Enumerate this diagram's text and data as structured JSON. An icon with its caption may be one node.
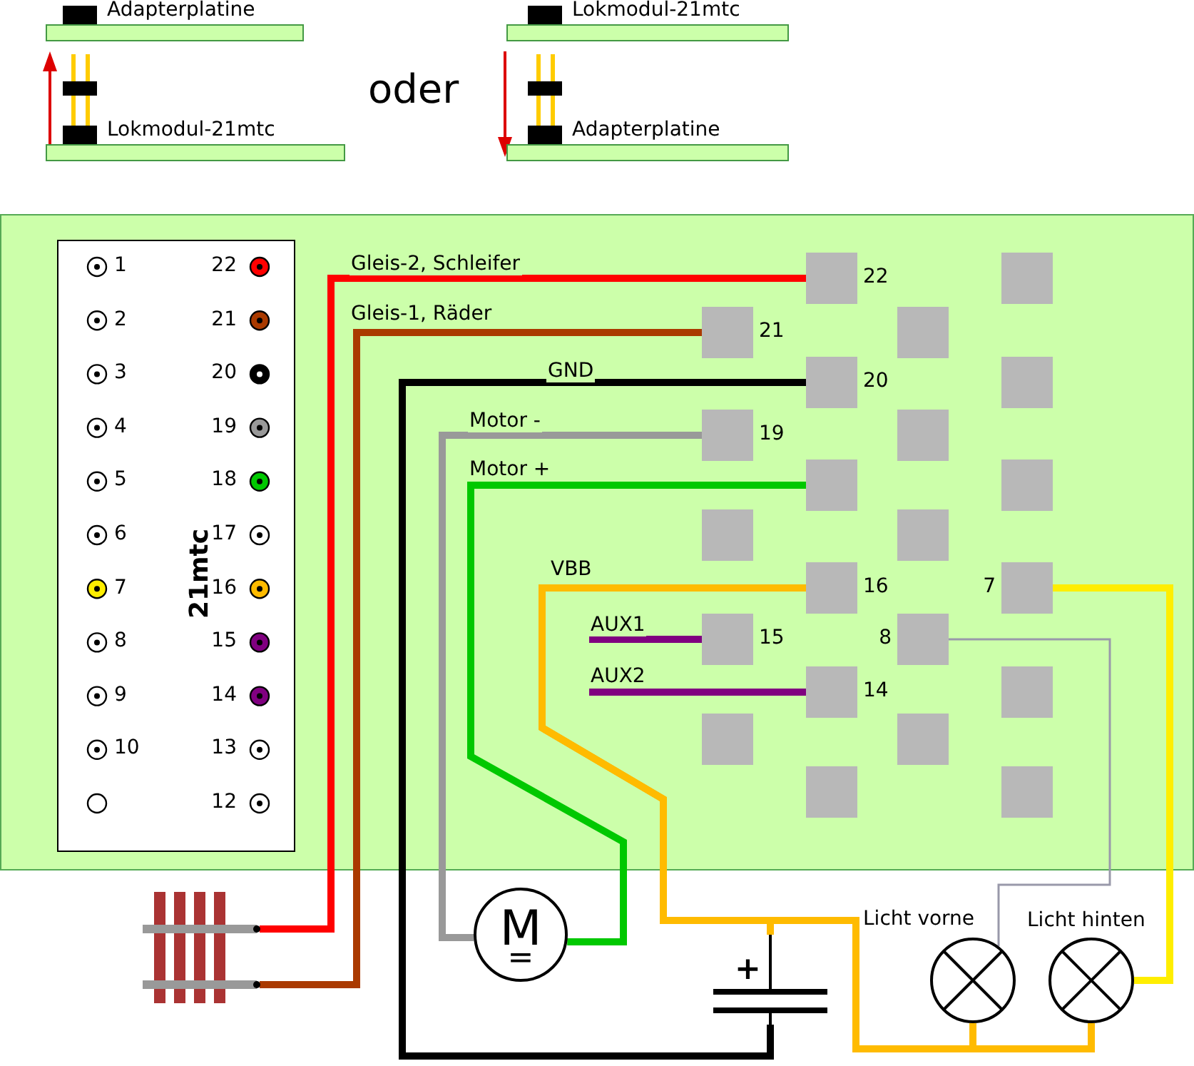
{
  "diagram": {
    "nodes": [
      {
        "text": [
          "Adapterplatine"
        ]
      },
      {
        "text": [
          "Lokmodul-21mtc"
        ]
      },
      {
        "text": [
          "Lokmodul-21mtc"
        ]
      },
      {
        "text": [
          "Adapterplatine"
        ]
      },
      {
        "text": [
          "21mtc"
        ]
      },
      {
        "text": [],
        "shape": "box",
        "beside": [
          "22"
        ]
      },
      {
        "text": [],
        "shape": "box"
      },
      {
        "text": [],
        "shape": "box",
        "beside": [
          "21"
        ]
      },
      {
        "text": [],
        "shape": "box"
      },
      {
        "text": [],
        "shape": "box",
        "beside": [
          "20"
        ]
      },
      {
        "text": [],
        "shape": "box"
      },
      {
        "text": [],
        "shape": "box",
        "beside": [
          "19"
        ]
      },
      {
        "text": [],
        "shape": "box"
      },
      {
        "text": [],
        "shape": "box"
      },
      {
        "text": [],
        "shape": "box"
      },
      {
        "text": [],
        "shape": "box"
      },
      {
        "text": [],
        "shape": "box"
      },
      {
        "text": [],
        "shape": "box",
        "beside": [
          "16"
        ]
      },
      {
        "text": [],
        "shape": "box",
        "beside": [
          "7"
        ]
      },
      {
        "text": [],
        "shape": "box",
        "beside": [
          "15"
        ]
      },
      {
        "text": [],
        "shape": "box",
        "beside": [
          "8"
        ]
      },
      {
        "text": [],
        "shape": "box",
        "beside": [
          "14"
        ]
      },
      {
        "text": [],
        "shape": "box"
      },
      {
        "text": [],
        "shape": "box"
      },
      {
        "text": [],
        "shape": "box"
      },
      {
        "text": [],
        "shape": "box"
      },
      {
        "text": [],
        "shape": "box"
      },
      {
        "text": [],
        "shape": "picture"
      },
      {
        "text": [
          "M",
          "="
        ]
      },
      {
        "text": [
          "+"
        ]
      },
      {
        "text": [
          "Licht vorne"
        ]
      },
      {
        "text": [
          "Licht hinten"
        ]
      }
    ],
    "edges": [
      {
        "from": 27,
        "to": 5,
        "arrow": "none",
        "label": "Gleis-2, Schleifer",
        "color": "#ff0000"
      },
      {
        "from": 27,
        "to": 7,
        "arrow": "none",
        "label": "Gleis-1, Räder",
        "color": "#aa3a00"
      },
      {
        "from": 9,
        "to": 29,
        "arrow": "none",
        "label": "GND",
        "color": "#000000"
      },
      {
        "from": 11,
        "to": 28,
        "arrow": "none",
        "label": "Motor -",
        "color": "#999999"
      },
      {
        "from": 13,
        "to": 28,
        "arrow": "none",
        "label": "Motor +",
        "color": "#00c800"
      },
      {
        "from": 17,
        "to": 29,
        "arrow": "none",
        "label": "VBB",
        "color": "#ffbb00"
      },
      {
        "from": 17,
        "to": 30,
        "arrow": "none",
        "color": "#ffbb00"
      },
      {
        "from": 17,
        "to": 31,
        "arrow": "none",
        "color": "#ffbb00"
      },
      {
        "from": null,
        "to": 19,
        "arrow": "none",
        "label": "AUX1",
        "color": "#800080"
      },
      {
        "from": null,
        "to": 21,
        "arrow": "none",
        "label": "AUX2",
        "color": "#800080"
      },
      {
        "from": 20,
        "to": 30,
        "arrow": "none",
        "color": "#9999aa"
      },
      {
        "from": 18,
        "to": 31,
        "arrow": "none",
        "color": "#ffee00"
      }
    ],
    "labels": [
      "oder",
      "1",
      "22",
      "2",
      "21",
      "3",
      "20",
      "4",
      "19",
      "5",
      "18",
      "6",
      "17",
      "7",
      "16",
      "8",
      "15",
      "9",
      "14",
      "10",
      "13",
      "12"
    ]
  }
}
